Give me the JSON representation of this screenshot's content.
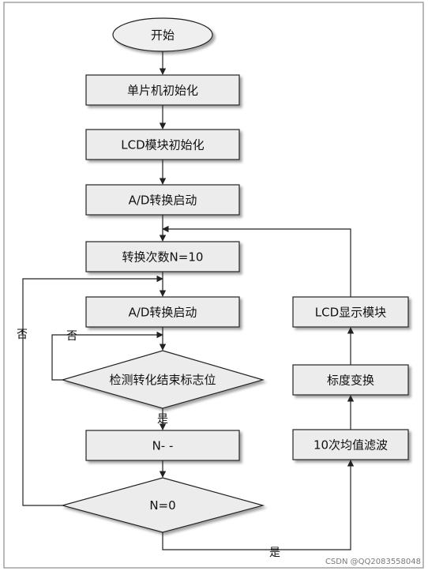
{
  "diagram": {
    "nodes": {
      "start": "开始",
      "mcu_init": "单片机初始化",
      "lcd_init": "LCD模块初始化",
      "ad_start_1": "A/D转换启动",
      "set_count": "转换次数N=10",
      "ad_start_2": "A/D转换启动",
      "check_flag": "检测转化结束标志位",
      "decrement": "N- -",
      "check_n": "N=0",
      "filter": "10次均值滤波",
      "scale": "标度变换",
      "lcd_show": "LCD显示模块"
    },
    "edge_labels": {
      "flag_no": "否",
      "flag_yes": "是",
      "n_no": "否",
      "n_yes": "是"
    },
    "colors": {
      "box_fill": "#ececec",
      "box_shadow": "#a8a8a8",
      "stroke": "#222222"
    }
  },
  "watermark": "CSDN @QQ2083558048"
}
